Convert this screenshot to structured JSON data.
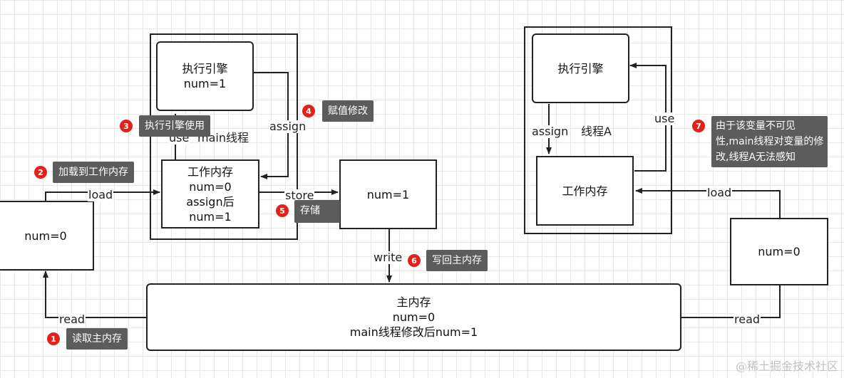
{
  "boxes": {
    "left_num": "num=0",
    "exec_main_title": "执行引擎",
    "exec_main_value": "num=1",
    "work_main_title": "工作内存",
    "work_main_line1": "num=0",
    "work_main_line2": "assign后",
    "work_main_line3": "num=1",
    "store_num": "num=1",
    "main_mem_title": "主内存",
    "main_mem_value": "num=0",
    "main_mem_note": "main线程修改后num=1",
    "exec_a_title": "执行引擎",
    "work_a_title": "工作内存",
    "right_num": "num=0"
  },
  "frames": {
    "main_thread": "main线程",
    "thread_a": "线程A"
  },
  "edges": {
    "load_left": "load",
    "use_main": "use",
    "assign_main": "assign",
    "store": "store",
    "write": "write",
    "read_left": "read",
    "read_right": "read",
    "load_right": "load",
    "assign_a": "assign",
    "use_a": "use"
  },
  "callouts": [
    {
      "number": "1",
      "text": "读取主内存"
    },
    {
      "number": "2",
      "text": "加载到工作内存"
    },
    {
      "number": "3",
      "text": "执行引擎使用"
    },
    {
      "number": "4",
      "text": "赋值修改"
    },
    {
      "number": "5",
      "text": "存储"
    },
    {
      "number": "6",
      "text": "写回主内存"
    },
    {
      "number": "7",
      "lines": [
        "由于该变量不可见",
        "性,main线程对变量的修",
        "改,线程A无法感知"
      ]
    }
  ],
  "watermark": "@稀土掘金技术社区",
  "colors": {
    "badge": "#e3201b",
    "tooltip": "#5c5c5c",
    "stroke": "#222222"
  }
}
